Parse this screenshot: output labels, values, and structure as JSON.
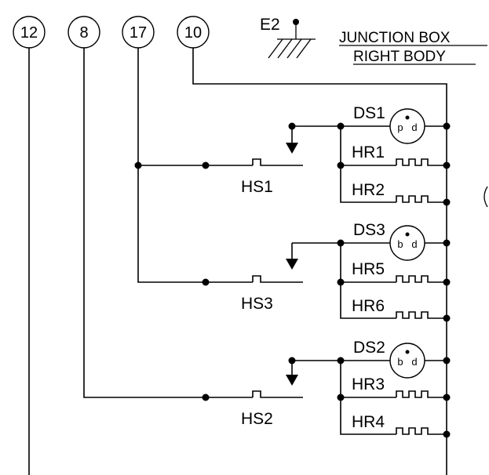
{
  "title": {
    "line1": "JUNCTION BOX",
    "line2": "RIGHT BODY"
  },
  "ground": {
    "label": "E2"
  },
  "connectors": [
    {
      "id": "c12",
      "number": "12"
    },
    {
      "id": "c8",
      "number": "8"
    },
    {
      "id": "c17",
      "number": "17"
    },
    {
      "id": "c10",
      "number": "10"
    }
  ],
  "switches": [
    {
      "id": "hs1",
      "label": "HS1"
    },
    {
      "id": "hs3",
      "label": "HS3"
    },
    {
      "id": "hs2",
      "label": "HS2"
    }
  ],
  "lamps": [
    {
      "id": "ds1",
      "label": "DS1",
      "pin_left": "p",
      "pin_right": "d"
    },
    {
      "id": "ds3",
      "label": "DS3",
      "pin_left": "b",
      "pin_right": "d"
    },
    {
      "id": "ds2",
      "label": "DS2",
      "pin_left": "b",
      "pin_right": "d"
    }
  ],
  "heaters": [
    {
      "id": "hr1",
      "label": "HR1"
    },
    {
      "id": "hr2",
      "label": "HR2"
    },
    {
      "id": "hr5",
      "label": "HR5"
    },
    {
      "id": "hr6",
      "label": "HR6"
    },
    {
      "id": "hr3",
      "label": "HR3"
    },
    {
      "id": "hr4",
      "label": "HR4"
    }
  ]
}
